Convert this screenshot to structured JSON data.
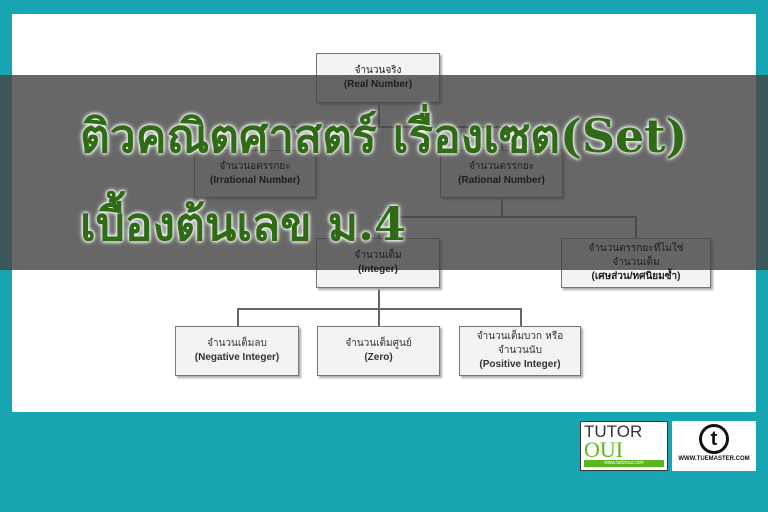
{
  "diagram": {
    "real": {
      "th": "จำนวนจริง",
      "en": "(Real Number)"
    },
    "irrational": {
      "th": "จำนวนอตรรกยะ",
      "en": "(Irrational Number)"
    },
    "rational": {
      "th": "จำนวนตรรกยะ",
      "en": "(Rational Number)"
    },
    "integer": {
      "th": "จำนวนเต็ม",
      "en": "(Integer)"
    },
    "non_integer": {
      "th": "จำนวนตรรกยะที่ไม่ใช่",
      "th2": "จำนวนเต็ม",
      "en": "(เศษส่วน/ทศนิยมซ้ำ)"
    },
    "negative": {
      "th": "จำนวนเต็มลบ",
      "en": "(Negative Integer)"
    },
    "zero": {
      "th": "จำนวนเต็มศูนย์",
      "en": "(Zero)"
    },
    "positive": {
      "th": "จำนวนเต็มบวก หรือ",
      "th2": "จำนวนนับ",
      "en": "(Positive Integer)"
    }
  },
  "title": {
    "line1": "ติวคณิตศาสตร์ เรื่องเซต(Set)",
    "line2": "เบื้องต้นเลข ม.4"
  },
  "logos": {
    "tutor": "TUTOR",
    "oui": "OUI",
    "tutor_url": "www.tutoroui.com",
    "tuemaster_letter": "t",
    "tuemaster_url": "WWW.TUEMASTER.COM"
  },
  "colors": {
    "background": "#17a5b1",
    "title": "#2f6b16"
  }
}
